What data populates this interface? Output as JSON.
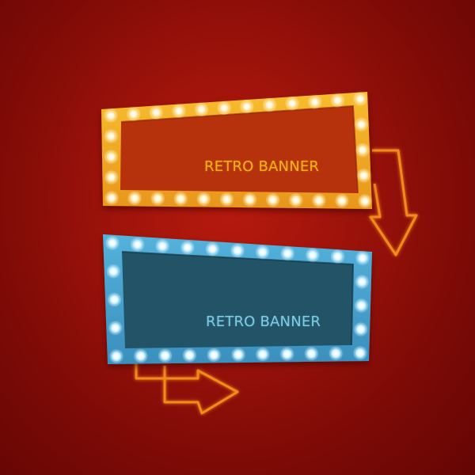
{
  "banners": [
    {
      "id": "orange",
      "text": "RETRO BANNER",
      "frame_color": "#f2a81e",
      "panel_color": "#b6300e",
      "text_color": "#f2b21c"
    },
    {
      "id": "blue",
      "text": "RETRO BANNER",
      "frame_color": "#3f9ecd",
      "panel_color": "#215266",
      "text_color": "#7fcbe6"
    }
  ],
  "arrow_color": "#f28a1e",
  "background_color": "#9a120a",
  "bulb_color": "#ffffff"
}
